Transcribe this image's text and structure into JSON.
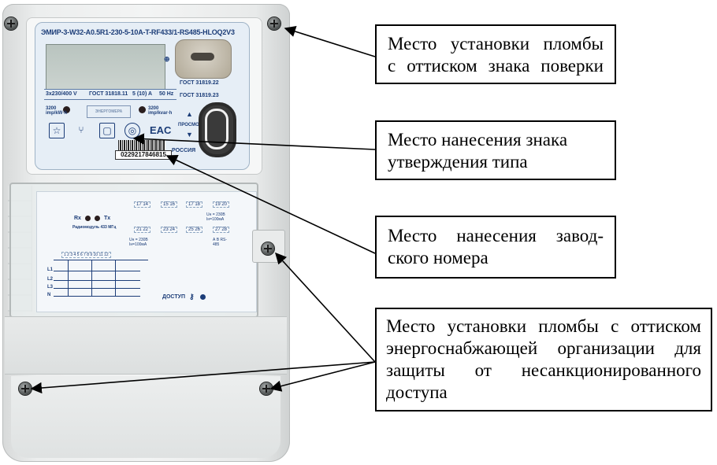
{
  "meter": {
    "model": "ЭМИР-3-W32-A0.5R1-230-5-10A-T-RF433/1-RS485-HLOQ2V3",
    "voltage": "3x230/400 V",
    "standard_1": "ГОСТ 31818.11",
    "current": "5 (10) A",
    "frequency": "50 Hz",
    "standard_2": "ГОСТ 31819.22",
    "standard_3": "ГОСТ 31819.23",
    "imp_active": "3200 imp/kW·h",
    "imp_reactive": "3200 imp/kvar·h",
    "brand": "ЭНЕРГОМЕРА",
    "eac": "EAC",
    "view_button": "ПРОСМОТР",
    "country": "РОССИЯ",
    "serial": "0229217846815",
    "radio": "Радиомодуль 433 МГц",
    "rx": "Rx",
    "tx": "Tx",
    "terminals_top": [
      "17 14",
      "15 16",
      "17 18",
      "19 20"
    ],
    "terminals_mid": [
      "21 22",
      "23 24",
      "25 26",
      "27 28"
    ],
    "volt_label_1": "Uн = 230В Iн=100мА",
    "volt_label_2": "Uн = 230В Iн=100мА",
    "rs485": "А В RS-485",
    "scheme_numbers": "1 2 3 4 5 6 7 8 9 10 11 12",
    "phases": [
      "L1",
      "L2",
      "L3",
      "N"
    ],
    "access": "ДОСТУП"
  },
  "callouts": {
    "seal_verification": [
      "Место установки пломбы",
      "с оттиском знака поверки"
    ],
    "type_approval": [
      "Место нанесения знака",
      "утверждения типа"
    ],
    "serial_number": [
      "Место нанесения завод-",
      "ского номера"
    ],
    "supplier_seal": [
      "Место установки пломбы с оттиском",
      "энергоснабжающей организации для",
      "защиты от несанкционированного",
      "доступа"
    ]
  }
}
